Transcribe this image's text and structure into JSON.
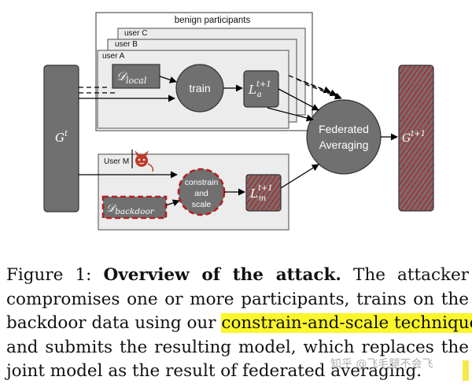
{
  "figure": {
    "benign_group_label": "benign participants",
    "user_c_label": "user C",
    "user_b_label": "user B",
    "user_a_label": "user A",
    "user_m_label": "User M",
    "global_model": {
      "symbol": "G",
      "superscript": "t"
    },
    "local_data": {
      "symbol": "𝒟",
      "subscript": "local"
    },
    "train_label": "train",
    "benign_update": {
      "symbol": "L",
      "superscript": "t+1",
      "subscript": "a"
    },
    "fed_avg_line1": "Federated",
    "fed_avg_line2": "Averaging",
    "next_global": {
      "symbol": "G",
      "superscript": "t+1"
    },
    "backdoor_data": {
      "symbol": "𝒟",
      "subscript": "backdoor"
    },
    "constrain_line1": "constrain",
    "constrain_line2": "and",
    "constrain_line3": "scale",
    "malicious_update": {
      "symbol": "L",
      "superscript": "t+1",
      "subscript": "m"
    },
    "devil_icon": "devil-icon",
    "colors": {
      "box_gray": "#707070",
      "malicious_red": "#b51f1f",
      "highlight": "#fbf62a"
    }
  },
  "caption": {
    "prefix": "Figure 1:",
    "bold_title": "Overview of the attack.",
    "line1_rest": "The attacker",
    "line2": "compromises one or more participants, trains on the",
    "line3_start": "backdoor data using our",
    "line3_highlight": "constrain-and-scale technique",
    "line3_end": ",",
    "line4": "and submits the resulting model, which replaces the",
    "line5": "joint model as the result of federated averaging."
  },
  "watermark": "知乎 @飞毛腿不会飞"
}
